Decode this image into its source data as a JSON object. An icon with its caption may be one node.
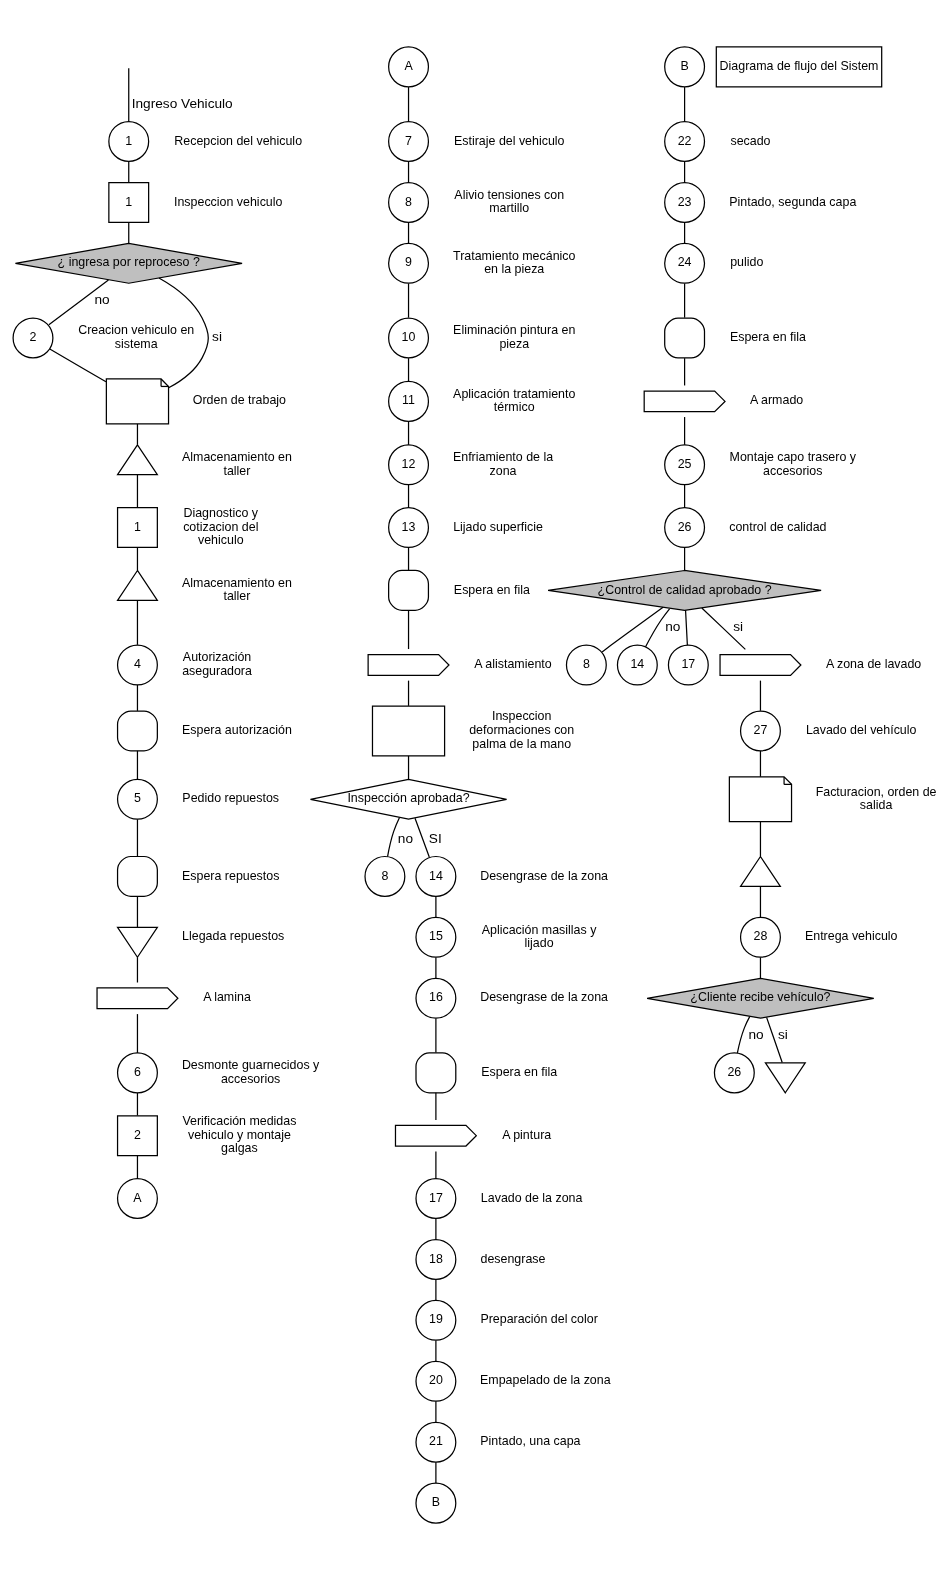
{
  "diagram": {
    "nodes": [
      {
        "text": [
          "1"
        ],
        "beside": [
          "Recepcion del vehiculo"
        ]
      },
      {
        "text": [
          "1"
        ],
        "beside": [
          "Inspeccion vehiculo"
        ]
      },
      {
        "text": [
          "¿ ingresa por reproceso ?"
        ]
      },
      {
        "text": [
          "2"
        ],
        "beside": [
          "Creacion vehiculo en sistema"
        ]
      },
      {
        "text": [],
        "shape": "document",
        "beside": [
          "Orden de trabajo"
        ]
      },
      {
        "text": [],
        "shape": "triangle",
        "beside": [
          "Almacenamiento en taller"
        ]
      },
      {
        "text": [
          "1"
        ],
        "beside": [
          "Diagnostico y cotizacion del vehiculo"
        ]
      },
      {
        "text": [],
        "shape": "triangle",
        "beside": [
          "Almacenamiento en taller"
        ]
      },
      {
        "text": [
          "4"
        ],
        "beside": [
          "Autorización aseguradora"
        ]
      },
      {
        "text": [],
        "shape": "delay",
        "beside": [
          "Espera autorización"
        ]
      },
      {
        "text": [
          "5"
        ],
        "beside": [
          "Pedido repuestos"
        ]
      },
      {
        "text": [],
        "shape": "delay",
        "beside": [
          "Espera repuestos"
        ]
      },
      {
        "text": [],
        "shape": "triangle",
        "beside": [
          "Llegada repuestos"
        ]
      },
      {
        "text": [],
        "shape": "arrow",
        "beside": [
          "A lamina"
        ]
      },
      {
        "text": [
          "6"
        ],
        "beside": [
          "Desmonte guarnecidos y accesorios"
        ]
      },
      {
        "text": [
          "2"
        ],
        "beside": [
          "Verificación medidas vehiculo y montaje galgas"
        ]
      },
      {
        "text": [
          "A"
        ]
      },
      {
        "text": [
          "A"
        ]
      },
      {
        "text": [
          "7"
        ],
        "beside": [
          "Estiraje del vehiculo"
        ]
      },
      {
        "text": [
          "8"
        ],
        "beside": [
          "Alivio tensiones con martillo"
        ]
      },
      {
        "text": [
          "9"
        ],
        "beside": [
          "Tratamiento mecánico en la pieza"
        ]
      },
      {
        "text": [
          "10"
        ],
        "beside": [
          "Eliminación pintura en pieza"
        ]
      },
      {
        "text": [
          "11"
        ],
        "beside": [
          "Aplicación tratamiento térmico"
        ]
      },
      {
        "text": [
          "12"
        ],
        "beside": [
          "Enfriamiento de la zona"
        ]
      },
      {
        "text": [
          "13"
        ],
        "beside": [
          "Lijado superficie"
        ]
      },
      {
        "text": [],
        "shape": "delay",
        "beside": [
          "Espera en fila"
        ]
      },
      {
        "text": [],
        "shape": "arrow",
        "beside": [
          "A alistamiento"
        ]
      },
      {
        "text": [],
        "shape": "box",
        "beside": [
          "Inspeccion deformaciones con palma de la mano"
        ]
      },
      {
        "text": [
          "Inspección aprobada?"
        ]
      },
      {
        "text": [
          "8"
        ]
      },
      {
        "text": [
          "14"
        ],
        "beside": [
          "Desengrase de la zona"
        ]
      },
      {
        "text": [
          "15"
        ],
        "beside": [
          "Aplicación masillas y lijado"
        ]
      },
      {
        "text": [
          "16"
        ],
        "beside": [
          "Desengrase de la zona"
        ]
      },
      {
        "text": [],
        "shape": "delay",
        "beside": [
          "Espera en fila"
        ]
      },
      {
        "text": [],
        "shape": "arrow",
        "beside": [
          "A pintura"
        ]
      },
      {
        "text": [
          "17"
        ],
        "beside": [
          "Lavado de la zona"
        ]
      },
      {
        "text": [
          "18"
        ],
        "beside": [
          "desengrase"
        ]
      },
      {
        "text": [
          "19"
        ],
        "beside": [
          "Preparación del color"
        ]
      },
      {
        "text": [
          "20"
        ],
        "beside": [
          "Empapelado de la zona"
        ]
      },
      {
        "text": [
          "21"
        ],
        "beside": [
          "Pintado, una capa"
        ]
      },
      {
        "text": [
          "B"
        ]
      },
      {
        "text": [
          "B"
        ]
      },
      {
        "text": [
          "22"
        ],
        "beside": [
          "secado"
        ]
      },
      {
        "text": [
          "23"
        ],
        "beside": [
          "Pintado, segunda capa"
        ]
      },
      {
        "text": [
          "24"
        ],
        "beside": [
          "pulido"
        ]
      },
      {
        "text": [],
        "shape": "delay",
        "beside": [
          "Espera en fila"
        ]
      },
      {
        "text": [],
        "shape": "arrow",
        "beside": [
          "A armado"
        ]
      },
      {
        "text": [
          "25"
        ],
        "beside": [
          "Montaje capo trasero y accesorios"
        ]
      },
      {
        "text": [
          "26"
        ],
        "beside": [
          "control de calidad"
        ]
      },
      {
        "text": [
          "¿Control de calidad aprobado ?"
        ]
      },
      {
        "text": [
          "8"
        ]
      },
      {
        "text": [
          "14"
        ]
      },
      {
        "text": [
          "17"
        ]
      },
      {
        "text": [],
        "shape": "arrow",
        "beside": [
          "A zona de lavado"
        ]
      },
      {
        "text": [
          "27"
        ],
        "beside": [
          "Lavado del vehículo"
        ]
      },
      {
        "text": [],
        "shape": "document",
        "beside": [
          "Facturacion, orden de salida"
        ]
      },
      {
        "text": [],
        "shape": "triangle"
      },
      {
        "text": [
          "28"
        ],
        "beside": [
          "Entrega vehiculo"
        ]
      },
      {
        "text": [
          "¿Cliente recibe vehículo?"
        ]
      },
      {
        "text": [
          "26"
        ]
      },
      {
        "text": [],
        "shape": "triangle"
      }
    ],
    "edges": [
      {
        "from": null,
        "to": 0,
        "arrow": "none",
        "label": "Ingreso Vehiculo"
      },
      {
        "from": 0,
        "to": 1,
        "arrow": "none"
      },
      {
        "from": 1,
        "to": 2,
        "arrow": "none"
      },
      {
        "from": 2,
        "to": 3,
        "arrow": "none",
        "label": "no"
      },
      {
        "from": 2,
        "to": 4,
        "arrow": "none",
        "label": "si"
      },
      {
        "from": 3,
        "to": 4,
        "arrow": "none"
      },
      {
        "from": 4,
        "to": 5,
        "arrow": "none"
      },
      {
        "from": 5,
        "to": 6,
        "arrow": "none"
      },
      {
        "from": 6,
        "to": 7,
        "arrow": "none"
      },
      {
        "from": 7,
        "to": 8,
        "arrow": "none"
      },
      {
        "from": 8,
        "to": 9,
        "arrow": "none"
      },
      {
        "from": 9,
        "to": 10,
        "arrow": "none"
      },
      {
        "from": 10,
        "to": 11,
        "arrow": "none"
      },
      {
        "from": 11,
        "to": 12,
        "arrow": "none"
      },
      {
        "from": 12,
        "to": 13,
        "arrow": "none"
      },
      {
        "from": 13,
        "to": 14,
        "arrow": "none"
      },
      {
        "from": 14,
        "to": 15,
        "arrow": "none"
      },
      {
        "from": 15,
        "to": 16,
        "arrow": "none"
      },
      {
        "from": 17,
        "to": 18,
        "arrow": "none"
      },
      {
        "from": 18,
        "to": 19,
        "arrow": "none"
      },
      {
        "from": 19,
        "to": 20,
        "arrow": "none"
      },
      {
        "from": 20,
        "to": 21,
        "arrow": "none"
      },
      {
        "from": 21,
        "to": 22,
        "arrow": "none"
      },
      {
        "from": 22,
        "to": 23,
        "arrow": "none"
      },
      {
        "from": 23,
        "to": 24,
        "arrow": "none"
      },
      {
        "from": 24,
        "to": 25,
        "arrow": "none"
      },
      {
        "from": 25,
        "to": 26,
        "arrow": "none"
      },
      {
        "from": 26,
        "to": 27,
        "arrow": "none"
      },
      {
        "from": 27,
        "to": 28,
        "arrow": "none"
      },
      {
        "from": 28,
        "to": 29,
        "arrow": "none",
        "label": "no"
      },
      {
        "from": 28,
        "to": 30,
        "arrow": "none",
        "label": "SI"
      },
      {
        "from": 30,
        "to": 31,
        "arrow": "none"
      },
      {
        "from": 31,
        "to": 32,
        "arrow": "none"
      },
      {
        "from": 32,
        "to": 33,
        "arrow": "none"
      },
      {
        "from": 33,
        "to": 34,
        "arrow": "none"
      },
      {
        "from": 34,
        "to": 35,
        "arrow": "none"
      },
      {
        "from": 35,
        "to": 36,
        "arrow": "none"
      },
      {
        "from": 36,
        "to": 37,
        "arrow": "none"
      },
      {
        "from": 37,
        "to": 38,
        "arrow": "none"
      },
      {
        "from": 38,
        "to": 39,
        "arrow": "none"
      },
      {
        "from": 39,
        "to": 40,
        "arrow": "none"
      },
      {
        "from": 41,
        "to": 42,
        "arrow": "none"
      },
      {
        "from": 42,
        "to": 43,
        "arrow": "none"
      },
      {
        "from": 43,
        "to": 44,
        "arrow": "none"
      },
      {
        "from": 44,
        "to": 45,
        "arrow": "none"
      },
      {
        "from": 45,
        "to": 46,
        "arrow": "none"
      },
      {
        "from": 46,
        "to": 47,
        "arrow": "none"
      },
      {
        "from": 47,
        "to": 48,
        "arrow": "none"
      },
      {
        "from": 48,
        "to": 49,
        "arrow": "none"
      },
      {
        "from": 49,
        "to": 50,
        "arrow": "none"
      },
      {
        "from": 49,
        "to": 51,
        "arrow": "none",
        "label": "no"
      },
      {
        "from": 49,
        "to": 52,
        "arrow": "none"
      },
      {
        "from": 49,
        "to": 53,
        "arrow": "none",
        "label": "si"
      },
      {
        "from": 53,
        "to": 54,
        "arrow": "none"
      },
      {
        "from": 54,
        "to": 55,
        "arrow": "none"
      },
      {
        "from": 55,
        "to": 56,
        "arrow": "none"
      },
      {
        "from": 56,
        "to": 57,
        "arrow": "none"
      },
      {
        "from": 57,
        "to": 58,
        "arrow": "none"
      },
      {
        "from": 58,
        "to": 59,
        "arrow": "none",
        "label": "no"
      },
      {
        "from": 58,
        "to": 60,
        "arrow": "none",
        "label": "si"
      }
    ],
    "labels": [
      "Diagrama de flujo del Sistem"
    ]
  }
}
